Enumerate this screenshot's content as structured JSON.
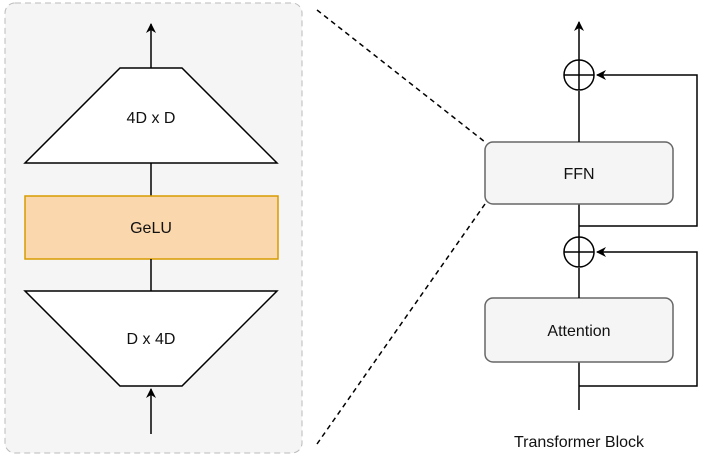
{
  "ffn_detail": {
    "up_projection_label": "4D x D",
    "activation_label": "GeLU",
    "down_projection_label": "D x 4D"
  },
  "transformer_block": {
    "ffn_label": "FFN",
    "attention_label": "Attention",
    "caption": "Transformer Block"
  },
  "colors": {
    "activation_fill": "#fad7ac",
    "activation_stroke": "#d79b00",
    "block_fill": "#f5f5f5",
    "block_stroke": "#666666",
    "panel_fill": "#f5f5f5",
    "panel_stroke": "#bbbbbb",
    "line": "#000000"
  }
}
